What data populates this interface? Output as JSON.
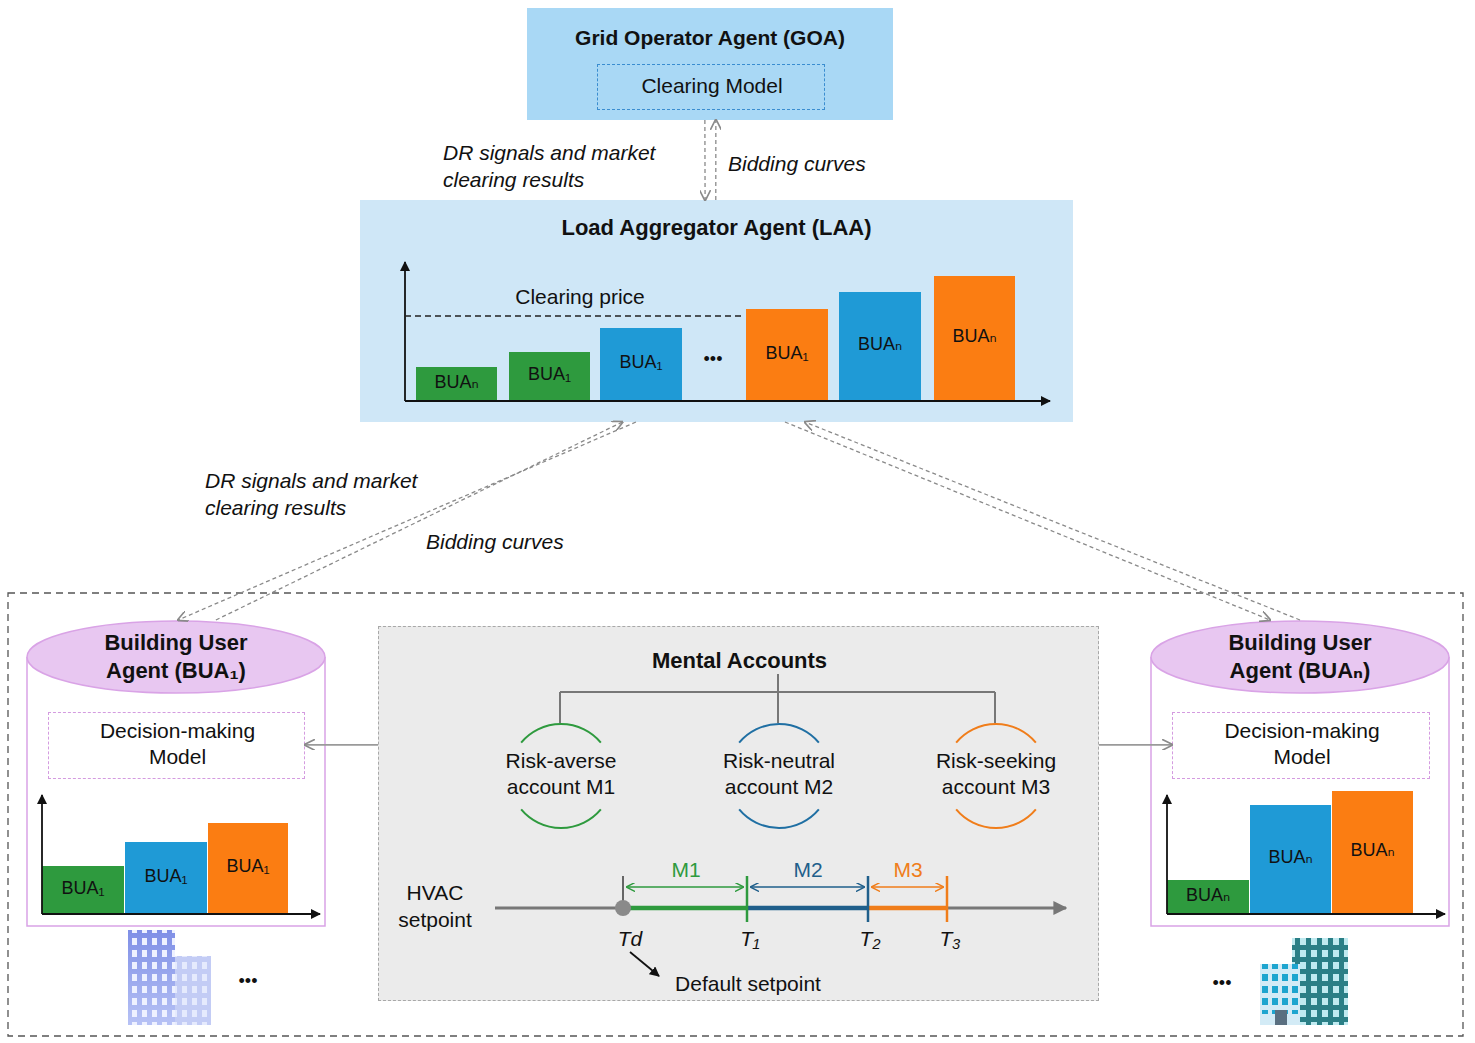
{
  "diagram": {
    "nodes": [
      {
        "text": [
          "Grid Operator Agent (GOA)"
        ]
      },
      {
        "text": [
          "Clearing Model"
        ],
        "in": 0
      },
      {
        "text": [
          "Load Aggregator Agent (LAA)"
        ]
      },
      {
        "text": [
          "BUAₙ"
        ],
        "in": 2
      },
      {
        "text": [
          "BUA₁"
        ],
        "in": 2
      },
      {
        "text": [
          "BUA₁"
        ],
        "in": 2
      },
      {
        "text": [
          "BUA₁"
        ],
        "in": 2
      },
      {
        "text": [
          "BUAₙ"
        ],
        "in": 2
      },
      {
        "text": [
          "BUAₙ"
        ],
        "in": 2
      },
      {
        "text": [
          "Building User Agent (BUA₁)"
        ]
      },
      {
        "text": [
          "Decision-making Model"
        ],
        "in": 9
      },
      {
        "text": [
          "BUA₁"
        ],
        "in": 9
      },
      {
        "text": [
          "BUA₁"
        ],
        "in": 9
      },
      {
        "text": [
          "BUA₁"
        ],
        "in": 9
      },
      {
        "text": [
          "Mental Accounts"
        ]
      },
      {
        "text": [
          "Risk-averse account M1"
        ],
        "in": 14
      },
      {
        "text": [
          "Risk-neutral account M2"
        ],
        "in": 14
      },
      {
        "text": [
          "Risk-seeking account M3"
        ],
        "in": 14
      },
      {
        "text": [
          "Building User Agent (BUAₙ)"
        ]
      },
      {
        "text": [
          "Decision-making Model"
        ],
        "in": 18
      },
      {
        "text": [
          "BUAₙ"
        ],
        "in": 18
      },
      {
        "text": [
          "BUAₙ"
        ],
        "in": 18
      },
      {
        "text": [
          "BUAₙ"
        ],
        "in": 18
      }
    ],
    "edges": [
      {
        "from": 0,
        "to": 2,
        "arrow": "to",
        "label": "DR signals and market clearing results"
      },
      {
        "from": 2,
        "to": 0,
        "arrow": "to",
        "label": "Bidding curves"
      },
      {
        "from": 2,
        "to": 9,
        "arrow": "to",
        "label": "DR signals and market clearing results"
      },
      {
        "from": 9,
        "to": 2,
        "arrow": "to",
        "label": "Bidding curves"
      },
      {
        "from": 2,
        "to": 18,
        "arrow": "to"
      },
      {
        "from": 18,
        "to": 2,
        "arrow": "to"
      },
      {
        "from": 14,
        "to": 10,
        "arrow": "to"
      },
      {
        "from": 14,
        "to": 19,
        "arrow": "to"
      }
    ],
    "labels": [
      "Clearing price",
      "•••",
      "HVAC setpoint",
      "M1",
      "M2",
      "M3",
      "Td",
      "T₁",
      "T₂",
      "T₃",
      "Default setpoint",
      "•••",
      "•••"
    ]
  }
}
